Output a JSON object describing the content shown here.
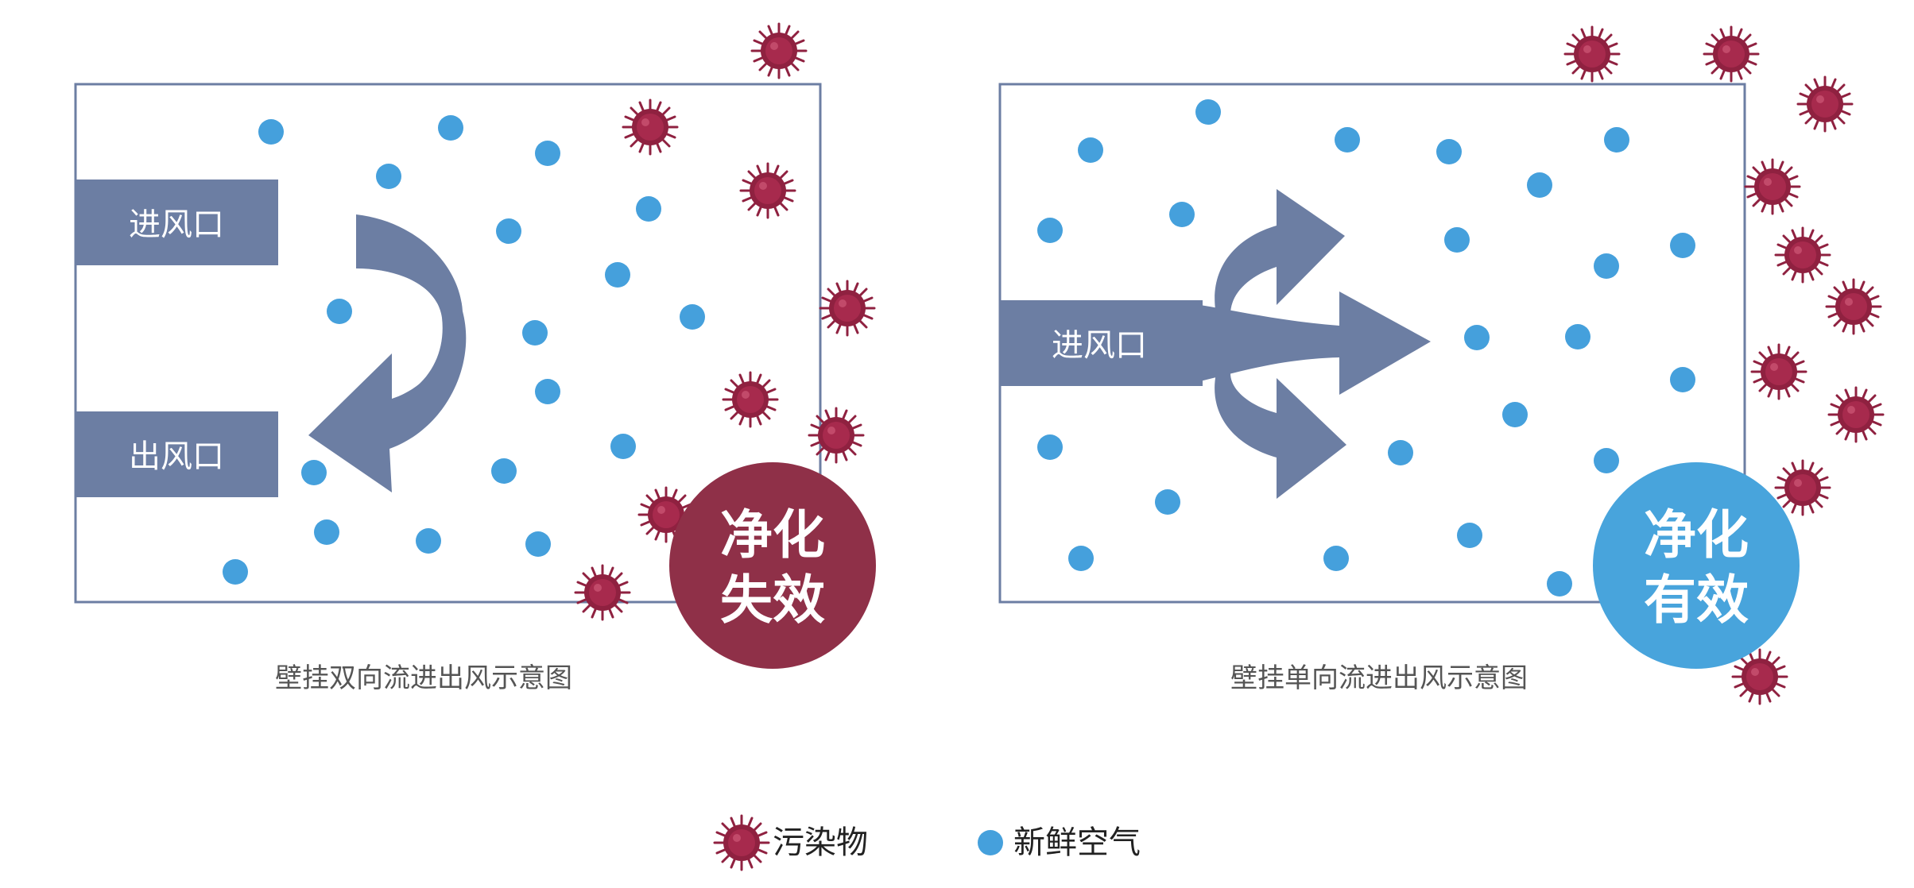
{
  "colors": {
    "box_fill": "#6c7ea3",
    "frame": "#6c7ea3",
    "fresh_air": "#45a0dc",
    "pollutant": "#8f2140",
    "fail_badge": "#8f3048",
    "ok_badge": "#48a4dc"
  },
  "left": {
    "inlet_label": "进风口",
    "outlet_label": "出风口",
    "badge_line1": "净化",
    "badge_line2": "失效",
    "caption": "壁挂双向流进出风示意图"
  },
  "right": {
    "inlet_label": "进风口",
    "badge_line1": "净化",
    "badge_line2": "有效",
    "caption": "壁挂单向流进出风示意图"
  },
  "legend": {
    "pollutant_label": "污染物",
    "fresh_air_label": "新鲜空气",
    "pollutant_icon": "virus-icon",
    "fresh_air_icon": "dot-icon"
  }
}
